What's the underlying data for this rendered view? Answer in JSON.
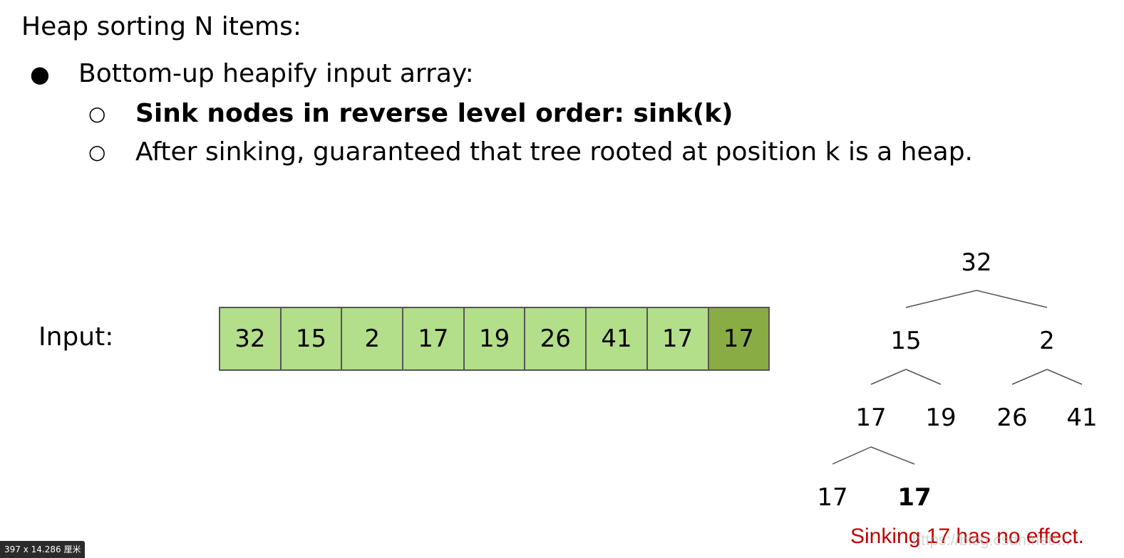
{
  "heading": "Heap sorting N items:",
  "bullets": [
    {
      "marker": "●",
      "text": "Bottom-up heapify input array:"
    },
    {
      "marker": "○",
      "text": "Sink nodes in reverse level order: sink(k)"
    },
    {
      "marker": "○",
      "text": "After sinking, guaranteed that tree rooted at position k is a heap."
    }
  ],
  "input_label": "Input:",
  "array": {
    "values": [
      "32",
      "15",
      "2",
      "17",
      "19",
      "26",
      "41",
      "17",
      "17"
    ],
    "highlight_index": 8,
    "colors": {
      "cell": "#b3de8a",
      "current": "#8aac45",
      "border": "#555555"
    }
  },
  "tree": {
    "nodes": [
      "32",
      "15",
      "2",
      "17",
      "19",
      "26",
      "41",
      "17",
      "17"
    ],
    "bold_node_index": 8
  },
  "note": {
    "text": "Sinking 17 has no effect.",
    "color": "#c00000"
  },
  "watermark": "https://blog.csdn.net/...",
  "size_badge": "397 x 14.286 厘米"
}
